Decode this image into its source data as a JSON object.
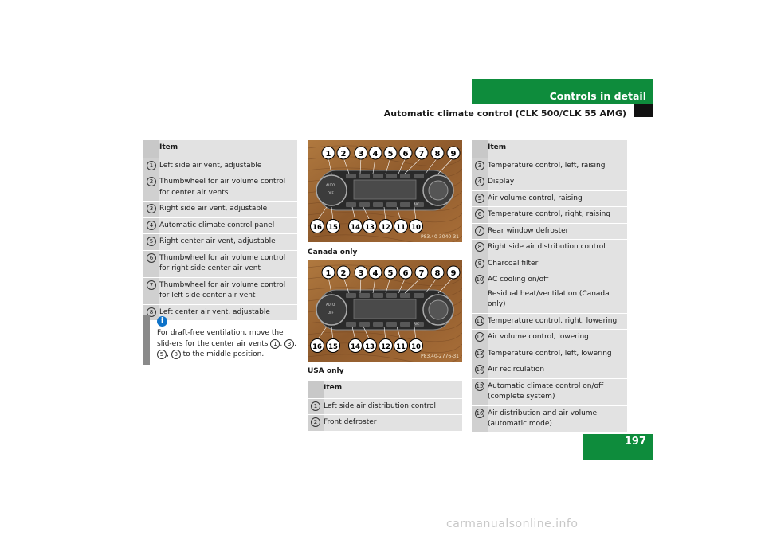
{
  "header": {
    "title": "Controls in detail",
    "section": "Automatic climate control (CLK 500/CLK 55 AMG)"
  },
  "page_number": "197",
  "colors": {
    "accent": "#0e8c3c",
    "table_bg": "#e2e2e2",
    "info_icon": "#0e73c9"
  },
  "table_left": {
    "header": "Item",
    "rows": [
      {
        "num": "1",
        "text": "Left side air vent, adjustable"
      },
      {
        "num": "2",
        "text": "Thumbwheel for air volume control for center air vents"
      },
      {
        "num": "3",
        "text": "Right side air vent, adjustable"
      },
      {
        "num": "4",
        "text": "Automatic climate control panel"
      },
      {
        "num": "5",
        "text": "Right center air vent, adjustable"
      },
      {
        "num": "6",
        "text": "Thumbwheel for air volume control for right side center air vent"
      },
      {
        "num": "7",
        "text": "Thumbwheel for air volume control for left side center air vent"
      },
      {
        "num": "8",
        "text": "Left center air vent, adjustable"
      }
    ]
  },
  "info": {
    "icon": "info-icon",
    "text_before": "For draft-free ventilation, move the slid-ers for the center air vents ",
    "refs": [
      "1",
      "3",
      "5",
      "8"
    ],
    "sep1": ", ",
    "sep2": ", ",
    "sep3": ", ",
    "text_after": " to the middle position."
  },
  "panels": {
    "canada": {
      "label": "Canada only",
      "code": "P83.40-3040-31"
    },
    "usa": {
      "label": "USA only",
      "code": "P83.40-2776-31"
    },
    "callouts_top": [
      "1",
      "2",
      "3",
      "4",
      "5",
      "6",
      "7",
      "8",
      "9"
    ],
    "callouts_bottom": [
      "16",
      "15",
      "14",
      "13",
      "12",
      "11",
      "10"
    ],
    "button_auto": "AUTO",
    "button_off": "OFF",
    "button_ac": "A/C"
  },
  "table_bottom": {
    "header": "Item",
    "rows": [
      {
        "num": "1",
        "text": "Left side air distribution control"
      },
      {
        "num": "2",
        "text": "Front defroster"
      }
    ]
  },
  "table_right": {
    "header": "Item",
    "rows": [
      {
        "num": "3",
        "text": "Temperature control, left, raising"
      },
      {
        "num": "4",
        "text": "Display"
      },
      {
        "num": "5",
        "text": "Air volume control, raising"
      },
      {
        "num": "6",
        "text": "Temperature control, right, raising"
      },
      {
        "num": "7",
        "text": "Rear window defroster"
      },
      {
        "num": "8",
        "text": "Right side air distribution control"
      },
      {
        "num": "9",
        "text": "Charcoal filter"
      },
      {
        "num": "10",
        "text": "AC cooling on/off",
        "text2": "Residual heat/ventilation (Canada only)"
      },
      {
        "num": "11",
        "text": "Temperature control, right, lowering"
      },
      {
        "num": "12",
        "text": "Air volume control, lowering"
      },
      {
        "num": "13",
        "text": "Temperature control, left, lowering"
      },
      {
        "num": "14",
        "text": "Air recirculation"
      },
      {
        "num": "15",
        "text": "Automatic climate control on/off (complete system)"
      },
      {
        "num": "16",
        "text": "Air distribution and air volume (automatic mode)"
      }
    ]
  },
  "watermark": "carmanualsonline.info"
}
